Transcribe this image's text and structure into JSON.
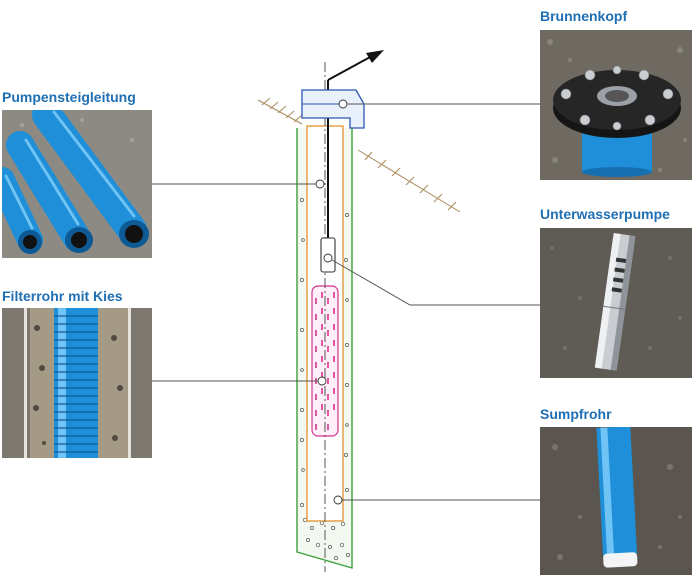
{
  "labels": {
    "brunnenkopf": "Brunnenkopf",
    "pumpensteigleitung": "Pumpensteigleitung",
    "unterwasserpumpe": "Unterwasserpumpe",
    "filterrohr": "Filterrohr mit Kies",
    "sumpfrohr": "Sumpfrohr"
  },
  "colors": {
    "label": "#1f6fb3",
    "pipe_blue": "#1e8fd8",
    "filter_pink": "#d6338f",
    "casing_orange": "#e39a3b",
    "outer_green": "#3aa03a",
    "steel": "#c9cdd2"
  },
  "icons": {
    "arrow": "outflow-arrow-icon"
  }
}
